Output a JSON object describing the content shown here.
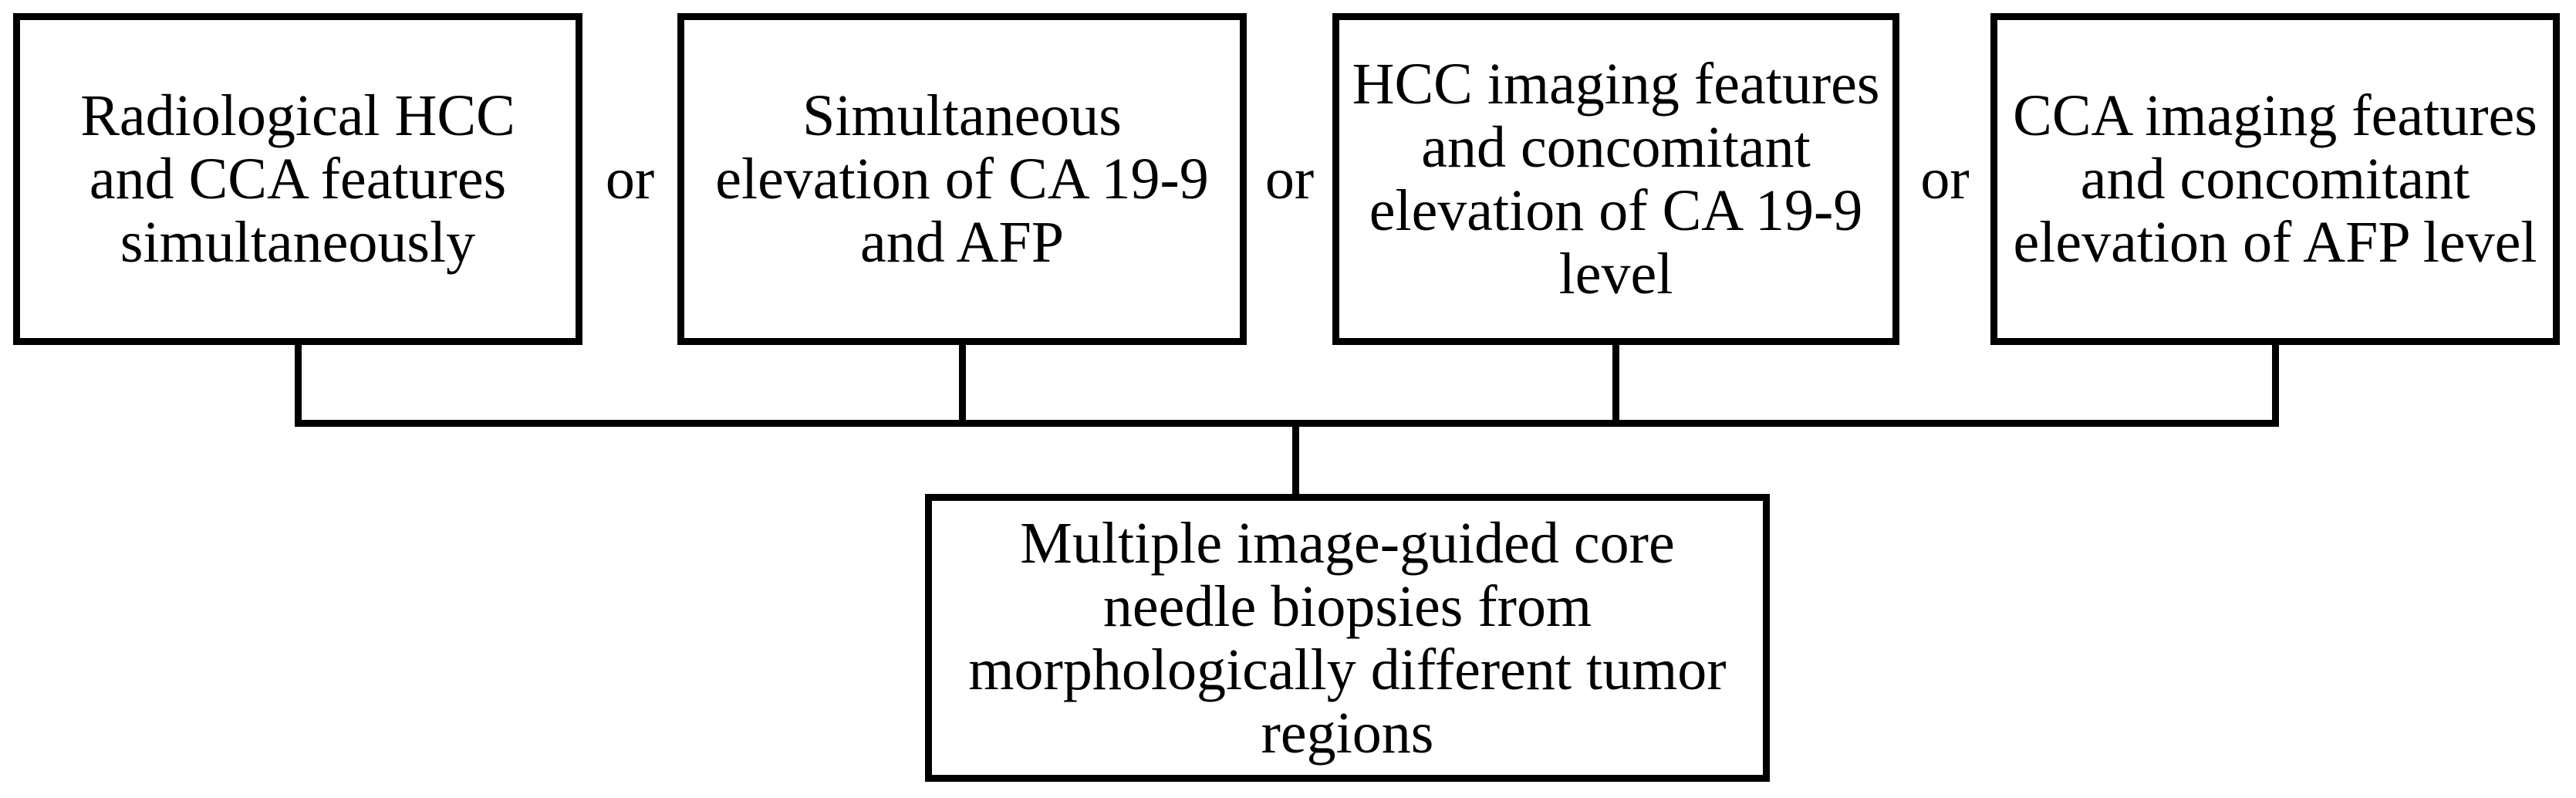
{
  "diagram": {
    "background_color": "#ffffff",
    "line_color": "#000000",
    "or_label": "or",
    "top_boxes": [
      {
        "name": "radiological-hcc-cca-features",
        "lines": [
          "Radiological HCC",
          "and CCA features",
          "simultaneously"
        ]
      },
      {
        "name": "simultaneous-elevation-ca19-9-afp",
        "lines": [
          "Simultaneous",
          "elevation of CA 19-9",
          "and AFP"
        ]
      },
      {
        "name": "hcc-imaging-ca19-9",
        "lines": [
          "HCC imaging features",
          "and concomitant",
          "elevation of CA 19-9",
          "level"
        ]
      },
      {
        "name": "cca-imaging-afp",
        "lines": [
          "CCA imaging features",
          "and concomitant",
          "elevation of AFP level"
        ]
      }
    ],
    "bottom_box": {
      "name": "multiple-biopsies",
      "lines": [
        "Multiple image-guided core",
        "needle biopsies from",
        "morphologically different tumor",
        "regions"
      ]
    }
  }
}
